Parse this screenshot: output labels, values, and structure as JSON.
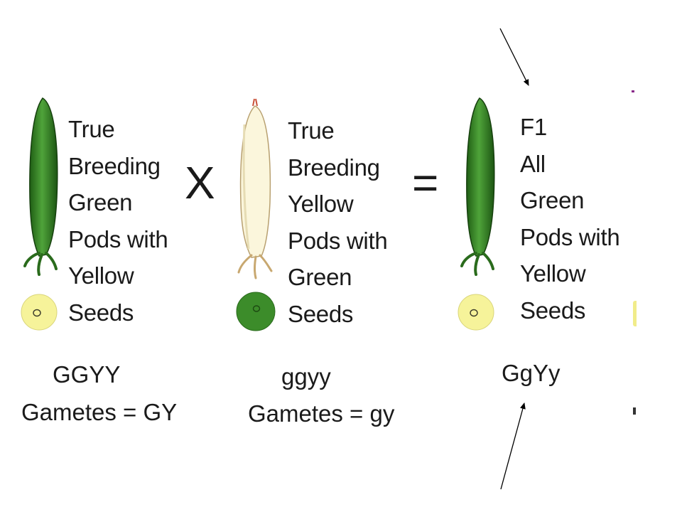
{
  "parents": [
    {
      "description_lines": [
        "True",
        "Breeding",
        "Green",
        "Pods with",
        "Yellow",
        "Seeds"
      ],
      "genotype": "GGYY",
      "gametes": "Gametes = GY",
      "pod_color": "#3c8c2a",
      "seed_color": "#f6f39a"
    },
    {
      "description_lines": [
        "True",
        "Breeding",
        "Yellow",
        "Pods with",
        "Green",
        "Seeds"
      ],
      "genotype": "ggyy",
      "gametes": "Gametes = gy",
      "pod_color": "#fbf6dc",
      "seed_color": "#3c8c2a"
    }
  ],
  "offspring": {
    "description_lines": [
      "F1",
      "All",
      "Green",
      "Pods with",
      "Yellow",
      "Seeds"
    ],
    "genotype": "GgYy",
    "pod_color": "#3c8c2a",
    "seed_color": "#f6f39a"
  },
  "operators": {
    "cross": "X",
    "equals": "="
  }
}
